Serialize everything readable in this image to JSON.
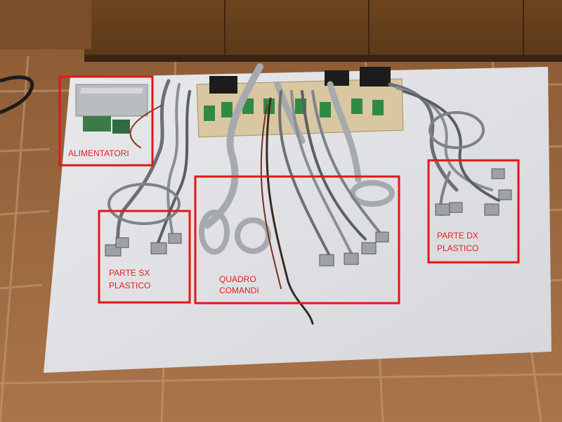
{
  "photo": {
    "subject": "cockpit-wiring-harness-on-white-board",
    "annotation_color": "#e01818",
    "regions": [
      {
        "id": "alimentatori",
        "label": "ALIMENTATORI"
      },
      {
        "id": "parte-sx",
        "label_line1": "PARTE  SX",
        "label_line2": "PLASTICO"
      },
      {
        "id": "quadro",
        "label_line1": "QUADRO",
        "label_line2": "COMANDI"
      },
      {
        "id": "parte-dx",
        "label_line1": "PARTE  DX",
        "label_line2": "PLASTICO"
      }
    ]
  }
}
